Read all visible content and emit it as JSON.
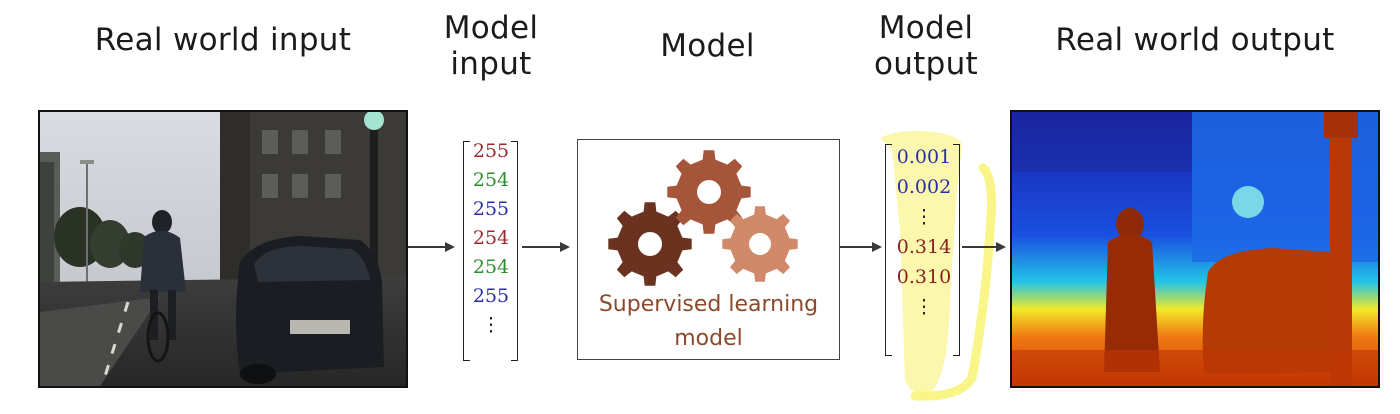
{
  "headings": {
    "real_world_input": "Real world input",
    "model_input": [
      "Model",
      "input"
    ],
    "model": "Model",
    "model_output": [
      "Model",
      "output"
    ],
    "real_world_output": "Real world output"
  },
  "model_input_vector": [
    {
      "text": "255",
      "color": "#a0282d"
    },
    {
      "text": "254",
      "color": "#2f8c2f"
    },
    {
      "text": "255",
      "color": "#2b2fa6"
    },
    {
      "text": "254",
      "color": "#a0282d"
    },
    {
      "text": "254",
      "color": "#2f8c2f"
    },
    {
      "text": "255",
      "color": "#2b2fa6"
    },
    {
      "text": "⋮",
      "color": "#222222"
    }
  ],
  "model_output_vector": [
    {
      "text": "0.001",
      "color": "#2b2fa6"
    },
    {
      "text": "0.002",
      "color": "#2b2fa6"
    },
    {
      "text": "⋮",
      "color": "#222222"
    },
    {
      "text": "0.314",
      "color": "#8a2020"
    },
    {
      "text": "0.310",
      "color": "#8a2020"
    },
    {
      "text": "⋮",
      "color": "#222222"
    }
  ],
  "model_box": {
    "label_lines": [
      "Supervised learning",
      "model"
    ],
    "label_color": "#8c4a2c",
    "gear_colors": [
      "#6b3220",
      "#a4553a",
      "#d08a6a"
    ],
    "icon": "gears-icon"
  },
  "highlight_color": "#f7f36a",
  "arrow_color": "#3a3a3a"
}
